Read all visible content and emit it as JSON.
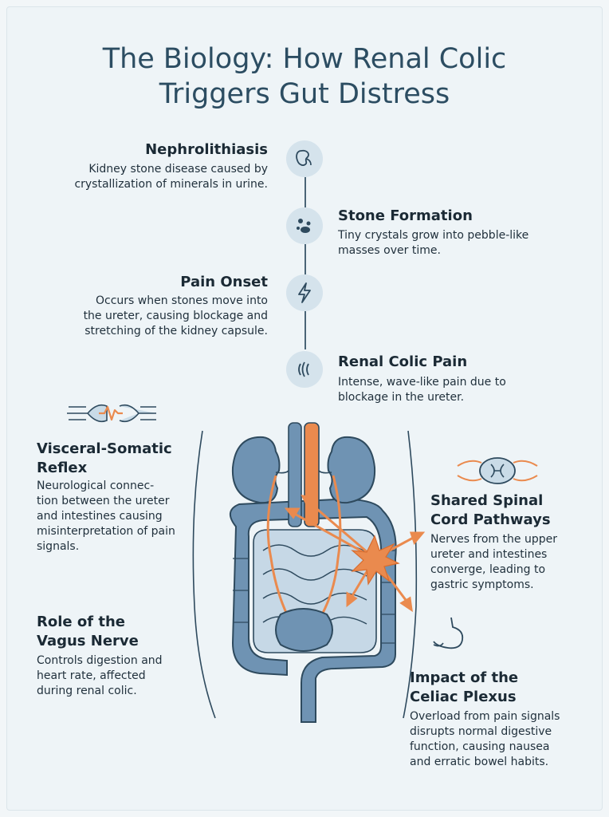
{
  "title": {
    "line1": "The Biology: How Renal Colic",
    "line2": "Triggers Gut Distress"
  },
  "timeline": {
    "nephrolithiasis": {
      "heading": "Nephrolithiasis",
      "lines": [
        "Kidney stone disease caused by",
        "crystallization of minerals in urine."
      ]
    },
    "stone_formation": {
      "heading": "Stone Formation",
      "lines": [
        "Tiny crystals grow into pebble-like",
        "masses over time."
      ]
    },
    "pain_onset": {
      "heading": "Pain Onset",
      "lines": [
        "Occurs when stones move into",
        "the ureter, causing blockage and",
        "stretching of the kidney capsule."
      ]
    },
    "renal_colic_pain": {
      "heading": "Renal Colic Pain",
      "lines": [
        "Intense, wave-like pain due to",
        "blockage in the ureter."
      ]
    }
  },
  "mechanisms": {
    "visceral_somatic": {
      "heading_lines": [
        "Visceral-Somatic",
        "Reflex"
      ],
      "lines": [
        "Neurological connec-",
        "tion between the ureter",
        "and intestines causing",
        "misinterpretation of pain",
        "signals."
      ]
    },
    "vagus": {
      "heading_lines": [
        "Role of the",
        "Vagus Nerve"
      ],
      "lines": [
        "Controls digestion and",
        "heart rate, affected",
        "during renal colic."
      ]
    },
    "spinal": {
      "heading_lines": [
        "Shared Spinal",
        "Cord Pathways"
      ],
      "lines": [
        "Nerves from the upper",
        "ureter and intestines",
        "converge, leading to",
        "gastric symptoms."
      ]
    },
    "celiac": {
      "heading_lines": [
        "Impact of the",
        "Celiac Plexus"
      ],
      "lines": [
        "Overload from pain signals",
        "disrupts normal digestive",
        "function, causing nausea",
        "and erratic bowel habits."
      ]
    }
  },
  "icons": {
    "kidney": "kidney-icon",
    "stones": "stones-icon",
    "lightning": "lightning-icon",
    "waves": "pain-waves-icon",
    "synapse": "nerve-synapse-icon",
    "spinal": "spinal-cord-icon",
    "stomach": "stomach-icon"
  },
  "colors": {
    "organ_blue": "#6f93b3",
    "organ_light": "#c6d8e6",
    "nerve_orange": "#ea8a4e",
    "outline": "#2e4a5e",
    "title": "#2c4d62"
  }
}
